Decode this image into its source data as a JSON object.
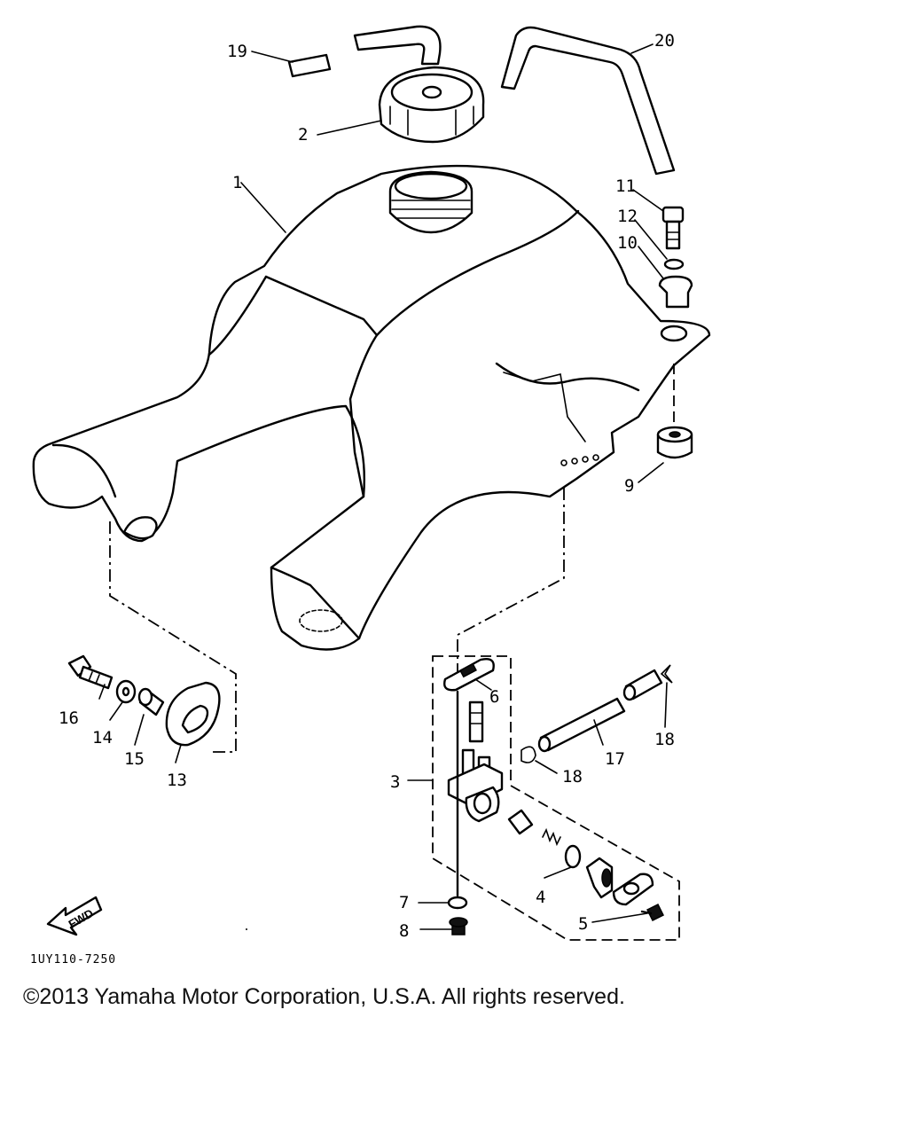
{
  "diagram": {
    "callouts": {
      "p1": "1",
      "p2": "2",
      "p3": "3",
      "p4": "4",
      "p5": "5",
      "p6": "6",
      "p7": "7",
      "p8": "8",
      "p9": "9",
      "p10": "10",
      "p11": "11",
      "p12": "12",
      "p13": "13",
      "p14": "14",
      "p15": "15",
      "p16": "16",
      "p17": "17",
      "p18a": "18",
      "p18b": "18",
      "p19": "19",
      "p20": "20"
    },
    "fwd_label": "FWD",
    "drawing_code": "1UY110-7250"
  },
  "footer": {
    "copyright": "©2013 Yamaha Motor Corporation, U.S.A. All rights reserved."
  }
}
